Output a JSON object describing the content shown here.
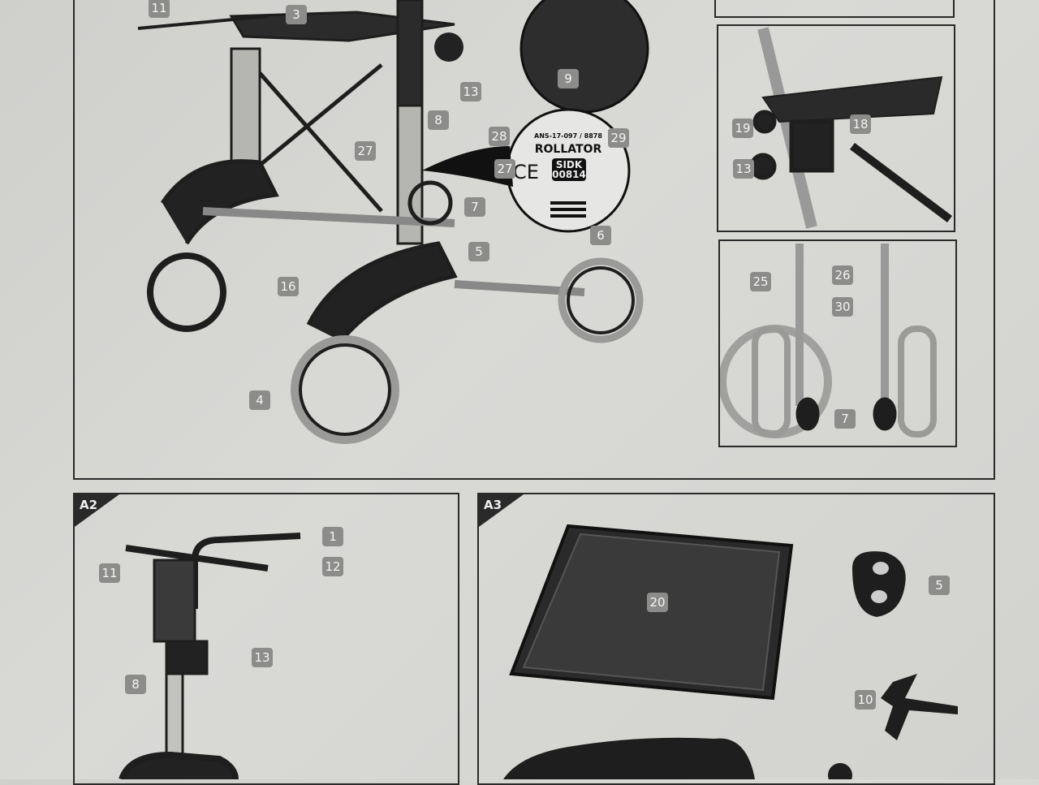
{
  "main_panel": {
    "labels": [
      "11",
      "3",
      "13",
      "9",
      "8",
      "28",
      "29",
      "27",
      "27",
      "7",
      "5",
      "6",
      "16",
      "4"
    ],
    "detail_label": {
      "code": "ANS-17-097 / 8878",
      "product": "ROLLATOR",
      "ce_mark": "CE",
      "sidk_line1": "SIDK",
      "sidk_line2": "00814"
    }
  },
  "right_top_panel": {
    "labels": [
      "19",
      "18",
      "13"
    ]
  },
  "right_bottom_panel": {
    "labels": [
      "25",
      "26",
      "30",
      "7"
    ]
  },
  "panel_a2": {
    "title": "A2",
    "labels": [
      "1",
      "11",
      "12",
      "13",
      "8"
    ]
  },
  "panel_a3": {
    "title": "A3",
    "labels": [
      "20",
      "5",
      "10"
    ]
  }
}
